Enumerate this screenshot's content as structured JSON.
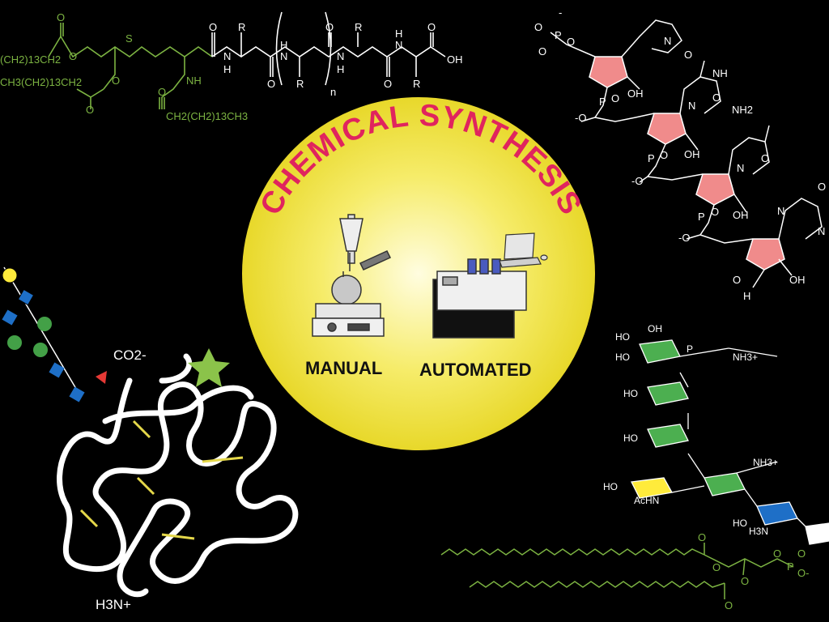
{
  "center": {
    "title": "CHEMICAL SYNTHESIS",
    "left_label": "MANUAL",
    "right_label": "AUTOMATED",
    "title_color": "#e0245e",
    "circle_color": "#f5e94a"
  },
  "lipopeptide": {
    "fatty_1": "(CH2)13CH2",
    "fatty_2": "CH3(CH2)13CH2",
    "fatty_3": "CH2(CH2)13CH3",
    "repeat": "n",
    "acid": "OH"
  },
  "protein": {
    "carboxylate": "CO2-",
    "amine": "H3N+"
  },
  "rna": {
    "amino": "NH2"
  },
  "glycolipid": {
    "amine_1": "NH3+",
    "amine_2": "NH3+",
    "acetamide": "AcHN"
  },
  "icons": [
    "separatory-funnel-icon",
    "hot-plate-stirrer-icon",
    "peptide-synthesizer-icon",
    "laptop-icon",
    "star-icon",
    "sugar-chain-icon"
  ]
}
